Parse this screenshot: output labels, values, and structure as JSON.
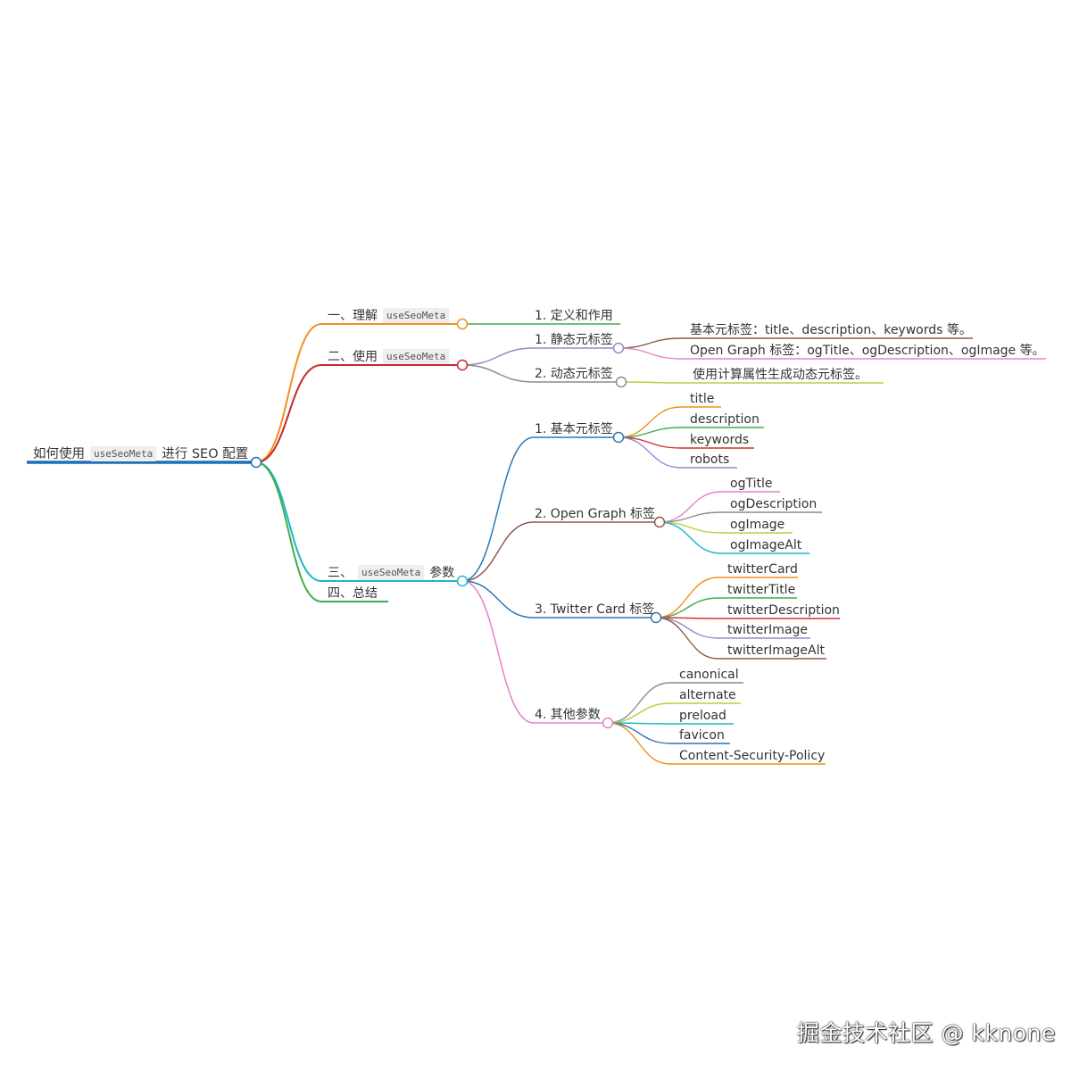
{
  "root": {
    "label_before": "如何使用",
    "code": "useSeoMeta",
    "label_after": "进行 SEO 配置",
    "color": "#1f6fb5"
  },
  "sections": [
    {
      "id": "s1",
      "prefix": "一、理解",
      "code": "useSeoMeta",
      "suffix": "",
      "color": "#f0901f",
      "children": [
        {
          "id": "s1c1",
          "label": "1. 定义和作用",
          "color": "#3fae49",
          "children": []
        }
      ]
    },
    {
      "id": "s2",
      "prefix": "二、使用",
      "code": "useSeoMeta",
      "suffix": "",
      "color": "#c62828",
      "children": [
        {
          "id": "s2c1",
          "label": "1. 静态元标签",
          "color": "#9a85d0",
          "children": [
            {
              "label": "基本元标签：title、description、keywords 等。",
              "color": "#8d5a4a"
            },
            {
              "label": "Open Graph 标签：ogTitle、ogDescription、ogImage 等。",
              "color": "#e680c8"
            }
          ]
        },
        {
          "id": "s2c2",
          "label": "2. 动态元标签",
          "color": "#8c8c8c",
          "children": [
            {
              "label": "使用计算属性生成动态元标签。",
              "color": "#b6cf3c"
            }
          ]
        }
      ]
    },
    {
      "id": "s3",
      "prefix": "三、",
      "code": "useSeoMeta",
      "suffix": "参数",
      "color": "#1fb4cc",
      "children": [
        {
          "id": "s3c1",
          "label": "1. 基本元标签",
          "color": "#2a77b4",
          "children": [
            {
              "label": "title",
              "color": "#f0901f"
            },
            {
              "label": "description",
              "color": "#3fae49"
            },
            {
              "label": "keywords",
              "color": "#d32f2f"
            },
            {
              "label": "robots",
              "color": "#9a85d0"
            }
          ]
        },
        {
          "id": "s3c2",
          "label": "2. Open Graph 标签",
          "color": "#8d5a4a",
          "children": [
            {
              "label": "ogTitle",
              "color": "#e680c8"
            },
            {
              "label": "ogDescription",
              "color": "#8c8c8c"
            },
            {
              "label": "ogImage",
              "color": "#b6cf3c"
            },
            {
              "label": "ogImageAlt",
              "color": "#1fb4cc"
            }
          ]
        },
        {
          "id": "s3c3",
          "label": "3. Twitter Card 标签",
          "color": "#2a77b4",
          "children": [
            {
              "label": "twitterCard",
              "color": "#f0901f"
            },
            {
              "label": "twitterTitle",
              "color": "#3fae49"
            },
            {
              "label": "twitterDescription",
              "color": "#d32f2f"
            },
            {
              "label": "twitterImage",
              "color": "#9a85d0"
            },
            {
              "label": "twitterImageAlt",
              "color": "#8d5a4a"
            }
          ]
        },
        {
          "id": "s3c4",
          "label": "4. 其他参数",
          "color": "#e680c8",
          "children": [
            {
              "label": "canonical",
              "color": "#8c8c8c"
            },
            {
              "label": "alternate",
              "color": "#b6cf3c"
            },
            {
              "label": "preload",
              "color": "#1fb4cc"
            },
            {
              "label": "favicon",
              "color": "#2a77b4"
            },
            {
              "label": "Content-Security-Policy",
              "color": "#f0901f"
            }
          ]
        }
      ]
    },
    {
      "id": "s4",
      "prefix": "四、总结",
      "code": "",
      "suffix": "",
      "color": "#3fae49",
      "children": []
    }
  ],
  "watermark": "掘金技术社区 @ kknone"
}
